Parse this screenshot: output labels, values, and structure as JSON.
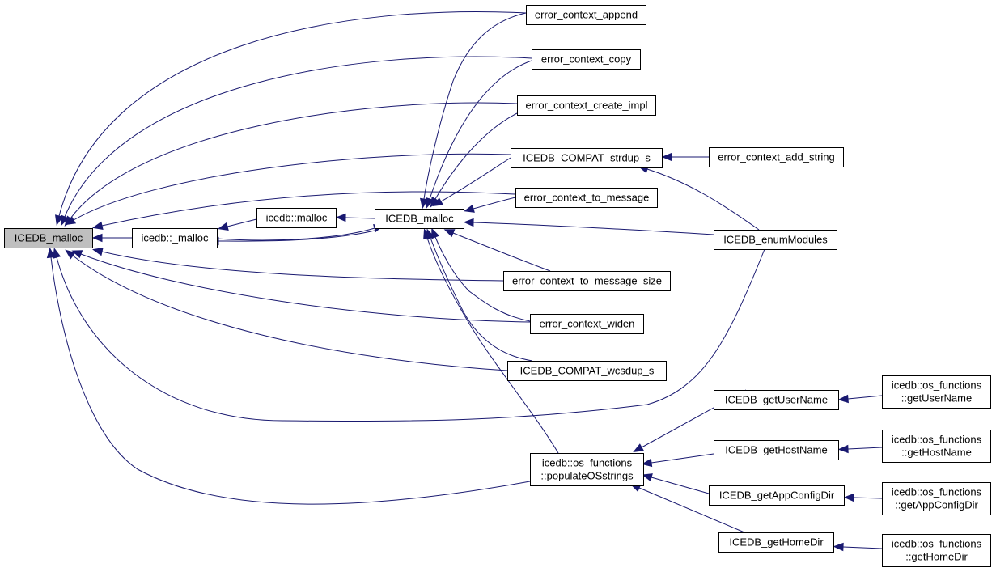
{
  "graph": {
    "edge_color": "#191970",
    "root_fill": "#bfbfbf",
    "nodes": [
      {
        "id": "root",
        "lines": [
          "ICEDB_malloc"
        ],
        "root": true
      },
      {
        "id": "icedb_under_malloc",
        "lines": [
          "icedb::_malloc"
        ]
      },
      {
        "id": "icedb_malloc",
        "lines": [
          "icedb::malloc"
        ]
      },
      {
        "id": "ICEDB_malloc2",
        "lines": [
          "ICEDB_malloc"
        ]
      },
      {
        "id": "eca",
        "lines": [
          "error_context_append"
        ]
      },
      {
        "id": "ecc",
        "lines": [
          "error_context_copy"
        ]
      },
      {
        "id": "ecci",
        "lines": [
          "error_context_create_impl"
        ]
      },
      {
        "id": "strdup",
        "lines": [
          "ICEDB_COMPAT_strdup_s"
        ]
      },
      {
        "id": "ecas",
        "lines": [
          "error_context_add_string"
        ]
      },
      {
        "id": "ectm",
        "lines": [
          "error_context_to_message"
        ]
      },
      {
        "id": "enum",
        "lines": [
          "ICEDB_enumModules"
        ]
      },
      {
        "id": "ectms",
        "lines": [
          "error_context_to_message_size"
        ]
      },
      {
        "id": "ecw",
        "lines": [
          "error_context_widen"
        ]
      },
      {
        "id": "wcsdup",
        "lines": [
          "ICEDB_COMPAT_wcsdup_s"
        ]
      },
      {
        "id": "populate",
        "lines": [
          "icedb::os_functions",
          "::populateOSstrings"
        ]
      },
      {
        "id": "getUser",
        "lines": [
          "ICEDB_getUserName"
        ]
      },
      {
        "id": "getHost",
        "lines": [
          "ICEDB_getHostName"
        ]
      },
      {
        "id": "getApp",
        "lines": [
          "ICEDB_getAppConfigDir"
        ]
      },
      {
        "id": "getHome",
        "lines": [
          "ICEDB_getHomeDir"
        ]
      },
      {
        "id": "osUser",
        "lines": [
          "icedb::os_functions",
          "::getUserName"
        ]
      },
      {
        "id": "osHost",
        "lines": [
          "icedb::os_functions",
          "::getHostName"
        ]
      },
      {
        "id": "osApp",
        "lines": [
          "icedb::os_functions",
          "::getAppConfigDir"
        ]
      },
      {
        "id": "osHome",
        "lines": [
          "icedb::os_functions",
          "::getHomeDir"
        ]
      }
    ],
    "edges": [
      {
        "from": "icedb_under_malloc",
        "to": "root"
      },
      {
        "from": "eca",
        "to": "root"
      },
      {
        "from": "ecc",
        "to": "root"
      },
      {
        "from": "ecci",
        "to": "root"
      },
      {
        "from": "strdup",
        "to": "root"
      },
      {
        "from": "ectm",
        "to": "root"
      },
      {
        "from": "ICEDB_malloc2",
        "to": "root"
      },
      {
        "from": "ectms",
        "to": "root"
      },
      {
        "from": "ecw",
        "to": "root"
      },
      {
        "from": "wcsdup",
        "to": "root"
      },
      {
        "from": "enum",
        "to": "root"
      },
      {
        "from": "populate",
        "to": "root"
      },
      {
        "from": "icedb_malloc",
        "to": "icedb_under_malloc"
      },
      {
        "from": "ICEDB_malloc2",
        "to": "icedb_malloc"
      },
      {
        "from": "icedb_under_malloc",
        "to": "ICEDB_malloc2"
      },
      {
        "from": "eca",
        "to": "ICEDB_malloc2"
      },
      {
        "from": "ecc",
        "to": "ICEDB_malloc2"
      },
      {
        "from": "ecci",
        "to": "ICEDB_malloc2"
      },
      {
        "from": "strdup",
        "to": "ICEDB_malloc2"
      },
      {
        "from": "ectm",
        "to": "ICEDB_malloc2"
      },
      {
        "from": "enum",
        "to": "ICEDB_malloc2"
      },
      {
        "from": "ectms",
        "to": "ICEDB_malloc2"
      },
      {
        "from": "ecw",
        "to": "ICEDB_malloc2"
      },
      {
        "from": "wcsdup",
        "to": "ICEDB_malloc2"
      },
      {
        "from": "populate",
        "to": "ICEDB_malloc2"
      },
      {
        "from": "ecas",
        "to": "strdup"
      },
      {
        "from": "enum",
        "to": "strdup"
      },
      {
        "from": "getUser",
        "to": "populate"
      },
      {
        "from": "getHost",
        "to": "populate"
      },
      {
        "from": "getApp",
        "to": "populate"
      },
      {
        "from": "getHome",
        "to": "populate"
      },
      {
        "from": "osUser",
        "to": "getUser"
      },
      {
        "from": "osHost",
        "to": "getHost"
      },
      {
        "from": "osApp",
        "to": "getApp"
      },
      {
        "from": "osHome",
        "to": "getHome"
      }
    ]
  }
}
